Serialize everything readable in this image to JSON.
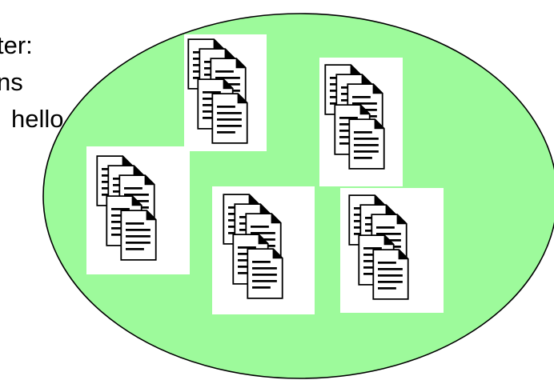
{
  "text_fragments": [
    "ter:",
    "ns",
    "hello"
  ],
  "colors": {
    "ellipse_fill": "#9dfa9b",
    "ellipse_stroke": "#000000",
    "card_bg": "#ffffff",
    "page_fill": "#ffffff",
    "page_ink": "#000000"
  },
  "icons": [
    "document-stack-icon"
  ],
  "document_groups": [
    {
      "name": "document-group-1",
      "icon": "document-stack-icon"
    },
    {
      "name": "document-group-2",
      "icon": "document-stack-icon"
    },
    {
      "name": "document-group-3",
      "icon": "document-stack-icon"
    },
    {
      "name": "document-group-4",
      "icon": "document-stack-icon"
    },
    {
      "name": "document-group-5",
      "icon": "document-stack-icon"
    }
  ]
}
